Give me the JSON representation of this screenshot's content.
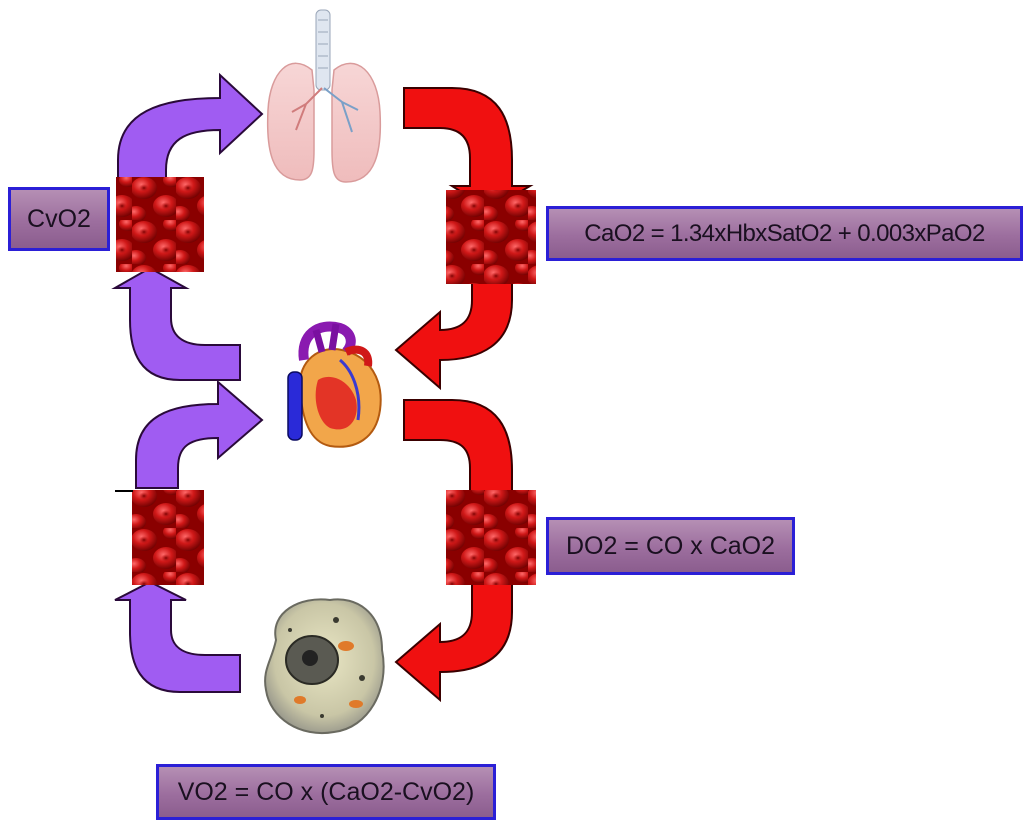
{
  "labels": {
    "cvo2": "CvO2",
    "cao2_formula": "CaO2 = 1.34xHbxSatO2 + 0.003xPaO2",
    "do2_formula": "DO2 = CO x CaO2",
    "vo2_formula": "VO2 = CO x (CaO2-CvO2)"
  },
  "colors": {
    "venous_arrow": "#a05cf2",
    "arterial_arrow": "#f01010",
    "label_border": "#2b1fd6",
    "label_fill": "#9c6e9e"
  },
  "icons": [
    "lungs-icon",
    "heart-icon",
    "cell-icon",
    "red-blood-cells-icon"
  ]
}
